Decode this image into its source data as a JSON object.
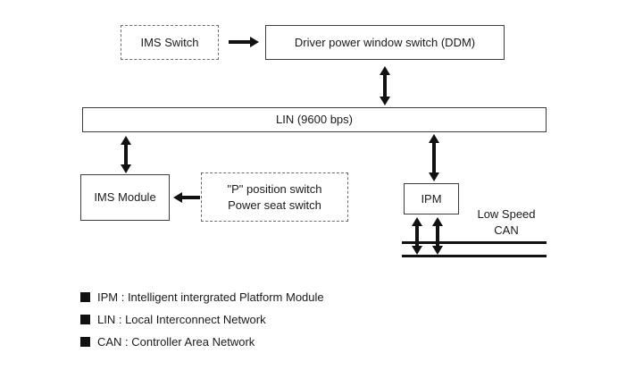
{
  "diagram": {
    "ims_switch": "IMS Switch",
    "ddm": "Driver power window switch (DDM)",
    "lin": "LIN (9600 bps)",
    "ims_module": "IMS Module",
    "p_switch_line1": "\"P\" position switch",
    "p_switch_line2": "Power seat switch",
    "ipm": "IPM",
    "low_speed_can_line1": "Low Speed",
    "low_speed_can_line2": "CAN"
  },
  "legend": {
    "items": [
      "IPM : Intelligent intergrated Platform Module",
      "LIN : Local Interconnect Network",
      "CAN : Controller Area Network"
    ]
  }
}
